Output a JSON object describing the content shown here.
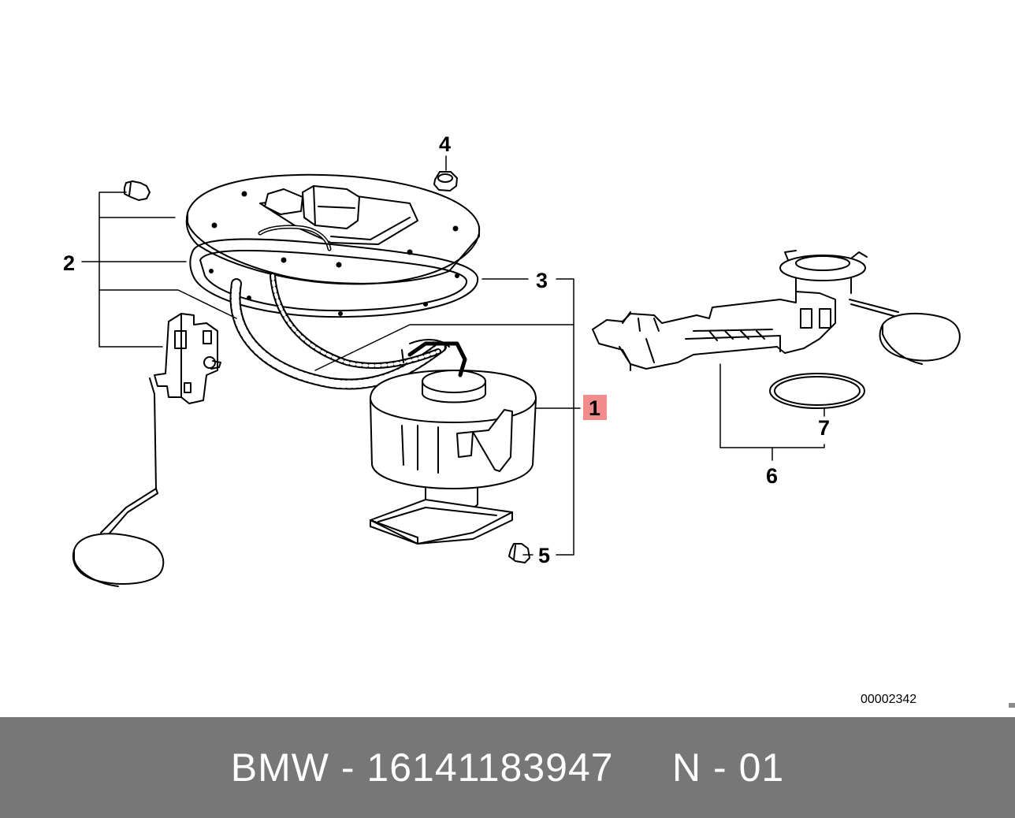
{
  "diagram": {
    "callouts": {
      "c1": "1",
      "c2": "2",
      "c3": "3",
      "c4": "4",
      "c5": "5",
      "c6": "6",
      "c7": "7"
    },
    "reference_code": "00002342",
    "highlight_color": "#f28b8b"
  },
  "footer": {
    "text": "BMW - 16141183947     N - 01",
    "background": "#777777",
    "text_color": "#ffffff"
  }
}
